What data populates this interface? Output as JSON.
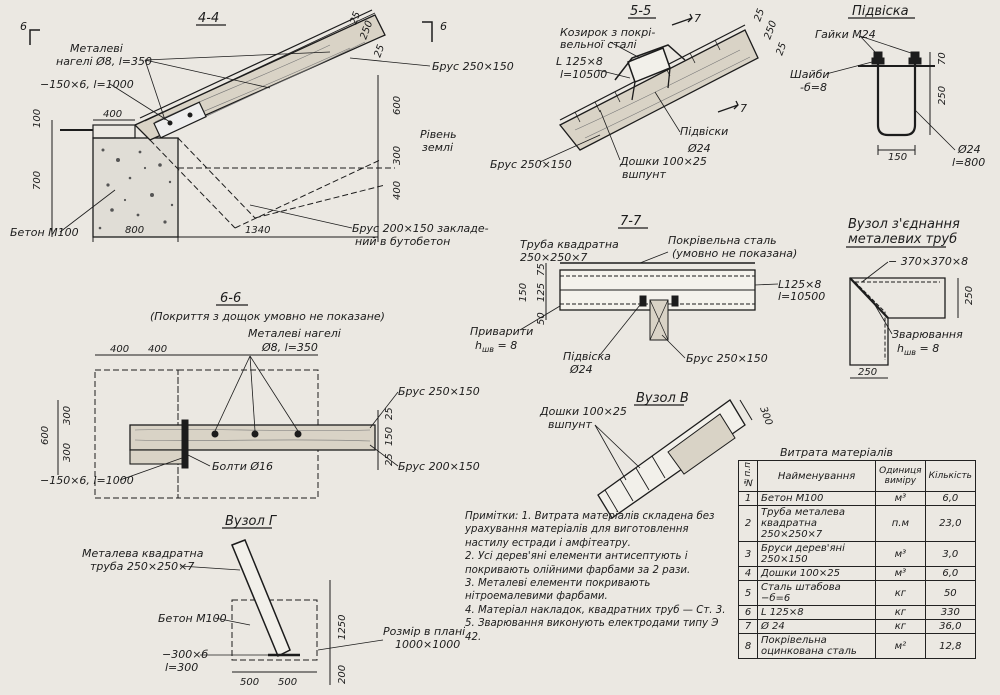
{
  "sections": {
    "s44": {
      "title": "4-4",
      "cut": "6",
      "labels": {
        "nails": "Металеві",
        "nails2": "нагелі  Ø8, l=350",
        "strip": "−150×6, l=1000",
        "beam": "Брус 250×150",
        "ground": "Рівень",
        "ground2": "землі",
        "beam_embed": "Брус 200×150 закладе-",
        "beam_embed2": "ний в бутобетон",
        "concrete": "Бетон М100"
      },
      "dims": [
        "25",
        "250",
        "25",
        "400",
        "100",
        "700",
        "600",
        "300",
        "400",
        "800",
        "1340"
      ]
    },
    "s55": {
      "title": "5-5",
      "cut": "7",
      "labels": {
        "visor": "Козирок з покрі-",
        "visor2": "вельної сталі",
        "angle": "L 125×8",
        "angle_len": "l=10500",
        "hangers": "Підвіски",
        "hangers_d": "Ø24",
        "beam": "Брус 250×150",
        "boards": "Дошки 100×25",
        "boards2": "вшпунт"
      },
      "dims": [
        "25",
        "250",
        "25"
      ]
    },
    "hanger": {
      "title": "Підвіска",
      "labels": {
        "nuts": "Гайки М24",
        "washers": "Шайби",
        "washers2": "-б=8",
        "d": "Ø24",
        "len": "l=800"
      },
      "dims": [
        "70",
        "250",
        "150"
      ]
    },
    "s77": {
      "title": "7-7",
      "labels": {
        "pipe": "Труба квадратна",
        "pipe2": "250×250×7",
        "sheet": "Покрівельна сталь",
        "sheet2": "(умовно не показана)",
        "angle": "L125×8",
        "angle_len": "l=10500",
        "weld": "Приварити",
        "weld2": "h",
        "weld3": "шв",
        "weld4": " = 8",
        "hanger": "Підвіска",
        "hanger_d": "Ø24",
        "beam": "Брус 250×150"
      },
      "dims": [
        "75",
        "150",
        "125",
        "50"
      ]
    },
    "node_pipes": {
      "title": "Вузол з'єднання",
      "title2": "металевих труб",
      "labels": {
        "plate": "− 370×370×8",
        "weld": "Зварювання",
        "weld2": "h",
        "weld3": "шв",
        "weld4": " = 8"
      },
      "dims": [
        "250",
        "250"
      ]
    },
    "s66": {
      "title": "6-6",
      "subtitle": "(Покриття з дощок умовно не показане)",
      "labels": {
        "nails": "Металеві нагелі",
        "nails2": "Ø8, l=350",
        "beam1": "Брус 250×150",
        "beam2": "Брус 200×150",
        "bolts": "Болти Ø16",
        "strip": "−150×6, l=1000"
      },
      "dims": [
        "400",
        "400",
        "600",
        "300",
        "300",
        "25",
        "150",
        "25"
      ]
    },
    "node_b": {
      "title": "Вузол В",
      "labels": {
        "boards": "Дошки 100×25",
        "boards2": "вшпунт"
      },
      "dims": [
        "300"
      ]
    },
    "node_g": {
      "title": "Вузол Г",
      "labels": {
        "pipe": "Металева квадратна",
        "pipe2": "труба 250×250×7",
        "concrete": "Бетон М100",
        "plate": "−300×б",
        "plate2": "l=300",
        "size": "Розмір в плані",
        "size2": "1000×1000"
      },
      "dims": [
        "500",
        "500",
        "1250",
        "200"
      ]
    }
  },
  "notes": [
    "Примітки: 1. Витрата матеріалів складена без урахування матеріалів для виготовлення настилу естради і амфітеатру.",
    "2. Усі дерев'яні елементи антисептують і покривають олійними фарбами за 2 рази.",
    "3. Металеві елементи покривають нітроемалевими фарбами.",
    "4. Матеріал накладок, квадратних труб — Ст. 3.",
    "5. Зварювання виконують електродами типу Э 42."
  ],
  "materials": {
    "title": "Витрата матеріалів",
    "headers": [
      "№п.п",
      "Найменування",
      "Одиниця виміру",
      "Кількість"
    ],
    "rows": [
      {
        "n": "1",
        "name": "Бетон М100",
        "unit": "м³",
        "qty": "6,0"
      },
      {
        "n": "2",
        "name": "Труба металева квадратна 250×250×7",
        "unit": "п.м",
        "qty": "23,0"
      },
      {
        "n": "3",
        "name": "Бруси дерев'яні 250×150",
        "unit": "м³",
        "qty": "3,0"
      },
      {
        "n": "4",
        "name": "Дошки 100×25",
        "unit": "м³",
        "qty": "6,0"
      },
      {
        "n": "5",
        "name": "Сталь штабова −б=6",
        "unit": "кг",
        "qty": "50"
      },
      {
        "n": "6",
        "name": "L 125×8",
        "unit": "кг",
        "qty": "330"
      },
      {
        "n": "7",
        "name": "Ø 24",
        "unit": "кг",
        "qty": "36,0"
      },
      {
        "n": "8",
        "name": "Покрівельна оцинкована сталь",
        "unit": "м²",
        "qty": "12,8"
      }
    ]
  }
}
